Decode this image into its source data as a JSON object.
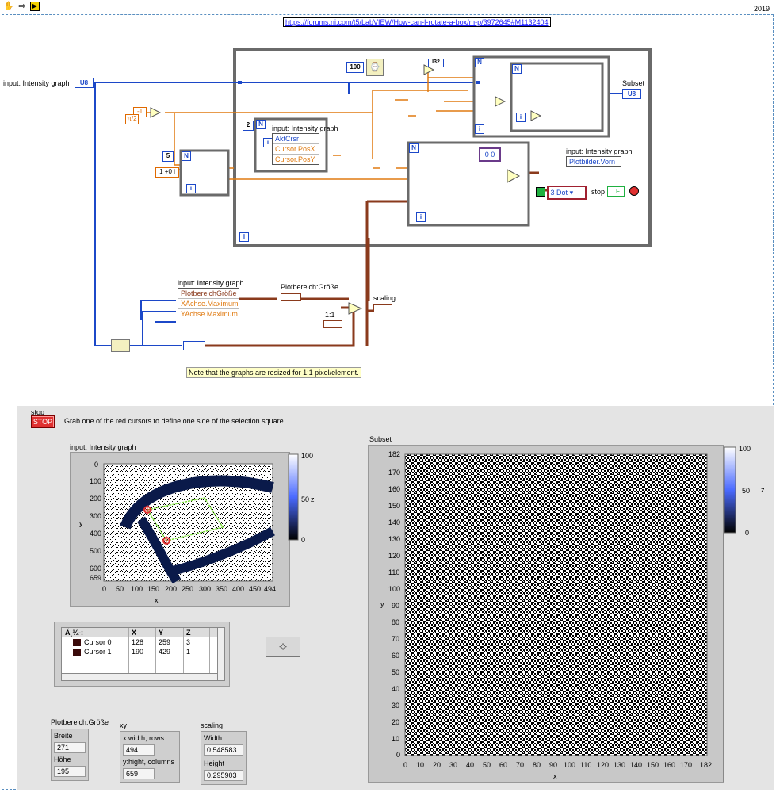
{
  "toolbar": {
    "year": "2019"
  },
  "url": "https://forums.ni.com/t5/LabVIEW/How-can-I-rotate-a-box/m-p/3972645#M1132404",
  "diagram": {
    "input_label": "input: Intensity graph",
    "u8": "U8",
    "subset_label": "Subset",
    "const_100": "100",
    "const_neg1": "-1",
    "pi_half": "π/2",
    "const_2": "2",
    "const_5": "5",
    "complex_const": "1 +0 i",
    "i32": "I32",
    "n": "N",
    "i": "i",
    "node_title": "input: Intensity graph",
    "aktcrsr": "AktCrsr",
    "posx": "Cursor.PosX",
    "posy": "Cursor.PosY",
    "zero_array": "0",
    "ig_title2": "input: Intensity graph",
    "plotbilder": "Plotbilder.Vorn",
    "const_3": "3",
    "dot": "Dot",
    "stop_label": "stop",
    "tf": "TF",
    "ig_title3": "input: Intensity graph",
    "plotbereich_prop": "PlotbereichGröße",
    "xachse": "XAchse.Maximum",
    "yachse": "YAchse.Maximum",
    "plotbereich_label": "Plotbereich:Größe",
    "one_to_one": "1:1",
    "scaling_label": "scaling",
    "note": "Note that the graphs are resized for 1:1 pixel/element."
  },
  "front_panel": {
    "stop_label": "stop",
    "stop_button": "STOP",
    "instruction": "Grab one of the red cursors to define one side of the selection square",
    "graph1": {
      "title": "input: Intensity graph",
      "x_label": "x",
      "y_label": "y",
      "x_ticks": [
        "0",
        "50",
        "100",
        "150",
        "200",
        "250",
        "300",
        "350",
        "400",
        "450",
        "494"
      ],
      "y_ticks": [
        "0",
        "100",
        "200",
        "300",
        "400",
        "500",
        "600",
        "659"
      ],
      "z_label": "z",
      "z_ticks": [
        "100",
        "50",
        "0"
      ]
    },
    "cursor_table": {
      "header": [
        "Ã¸¼-:",
        "X",
        "Y",
        "Z"
      ],
      "rows": [
        {
          "name": "Cursor 0",
          "x": "128",
          "y": "259",
          "z": "3"
        },
        {
          "name": "Cursor 1",
          "x": "190",
          "y": "429",
          "z": "1"
        }
      ]
    },
    "graph2": {
      "title": "Subset",
      "x_label": "x",
      "y_label": "y",
      "x_ticks": [
        "0",
        "10",
        "20",
        "30",
        "40",
        "50",
        "60",
        "70",
        "80",
        "90",
        "100",
        "110",
        "120",
        "130",
        "140",
        "150",
        "160",
        "170",
        "182"
      ],
      "y_ticks": [
        "182",
        "170",
        "160",
        "150",
        "140",
        "130",
        "120",
        "110",
        "100",
        "90",
        "80",
        "70",
        "60",
        "50",
        "40",
        "30",
        "20",
        "10",
        "0"
      ],
      "z_label": "z",
      "z_ticks": [
        "100",
        "50",
        "0"
      ]
    },
    "plotbereich": {
      "title": "Plotbereich:Größe",
      "breite_label": "Breite",
      "breite": "271",
      "hoehe_label": "Höhe",
      "hoehe": "195"
    },
    "xy": {
      "title": "xy",
      "w_label": "x:width, rows",
      "w": "494",
      "h_label": "y:hight, columns",
      "h": "659"
    },
    "scaling": {
      "title": "scaling",
      "w_label": "Width",
      "w": "0,548583",
      "h_label": "Height",
      "h": "0,295903"
    }
  }
}
